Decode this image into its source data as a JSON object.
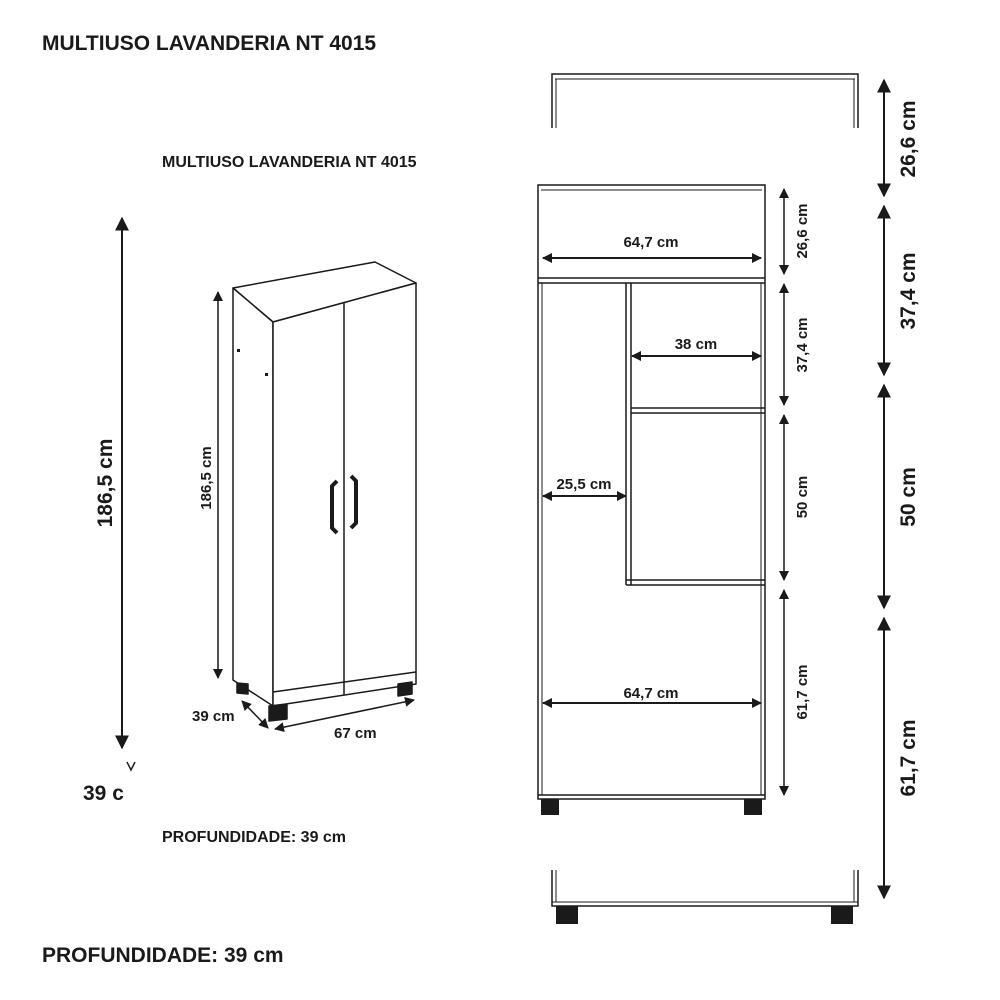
{
  "title_large": "MULTIUSO LAVANDERIA NT 4015",
  "title_small": "MULTIUSO LAVANDERIA NT 4015",
  "depth_small": "PROFUNDIDADE: 39 cm",
  "depth_large": "PROFUNDIDADE: 39 cm",
  "left_view": {
    "height_outer": "186,5 cm",
    "height_inner": "186,5 cm",
    "depth_partial": "39 c",
    "depth": "39 cm",
    "width": "67 cm"
  },
  "front_view": {
    "top_width": "64,7 cm",
    "shelf_width": "38 cm",
    "side_width": "25,5 cm",
    "bottom_width": "64,7 cm",
    "inner_heights": [
      "26,6 cm",
      "37,4 cm",
      "50 cm",
      "61,7 cm"
    ],
    "outer_heights": [
      "26,6 cm",
      "37,4 cm",
      "50 cm",
      "61,7 cm"
    ]
  },
  "colors": {
    "line": "#1a1a1a",
    "background": "#ffffff"
  }
}
